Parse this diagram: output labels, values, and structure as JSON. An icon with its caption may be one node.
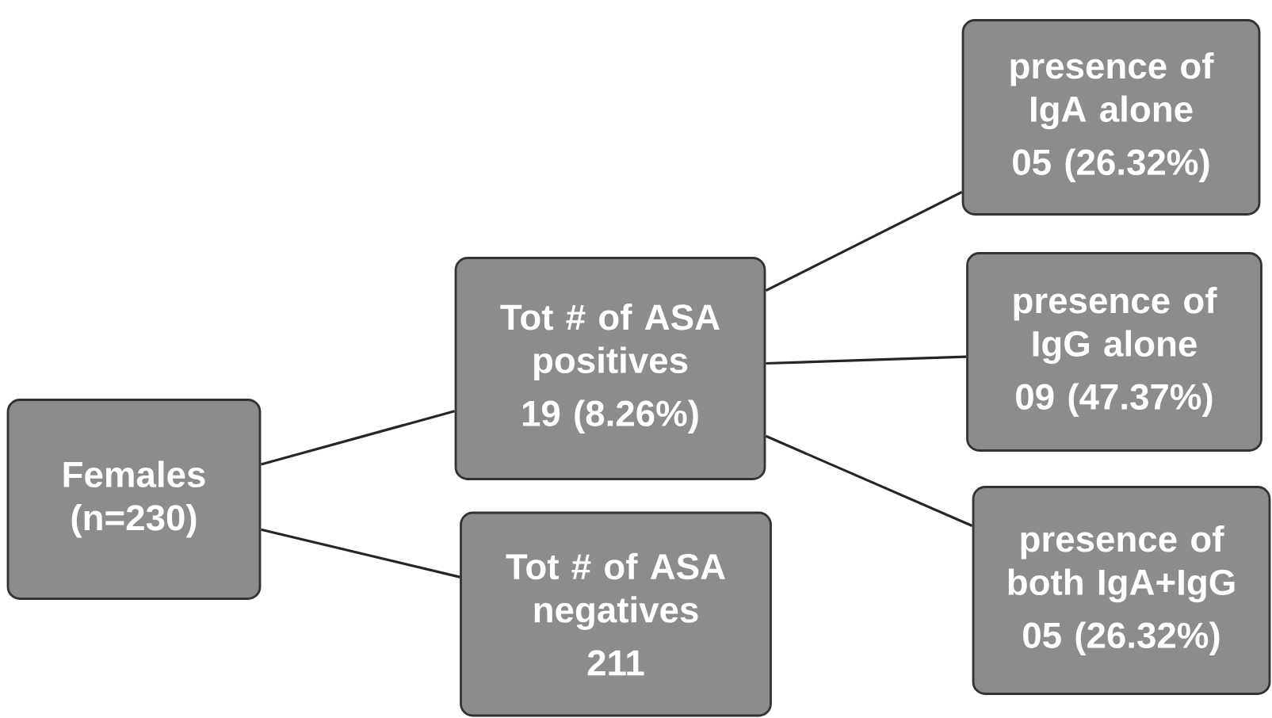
{
  "diagram": {
    "nodes": [
      {
        "text": [
          "Females (n=230)"
        ]
      },
      {
        "text": [
          "Tot # of ASA positives",
          "19 (8.26%)"
        ]
      },
      {
        "text": [
          "Tot # of ASA negatives",
          "211"
        ]
      },
      {
        "text": [
          "presence of IgA alone",
          "05 (26.32%)"
        ]
      },
      {
        "text": [
          "presence of IgG alone",
          "09 (47.37%)"
        ]
      },
      {
        "text": [
          "presence of both IgA+IgG",
          "05 (26.32%)"
        ]
      }
    ],
    "edges": [
      {
        "from": 0,
        "to": 1,
        "arrow": "none"
      },
      {
        "from": 0,
        "to": 2,
        "arrow": "none"
      },
      {
        "from": 1,
        "to": 3,
        "arrow": "none"
      },
      {
        "from": 1,
        "to": 4,
        "arrow": "none"
      },
      {
        "from": 1,
        "to": 5,
        "arrow": "none"
      }
    ]
  }
}
